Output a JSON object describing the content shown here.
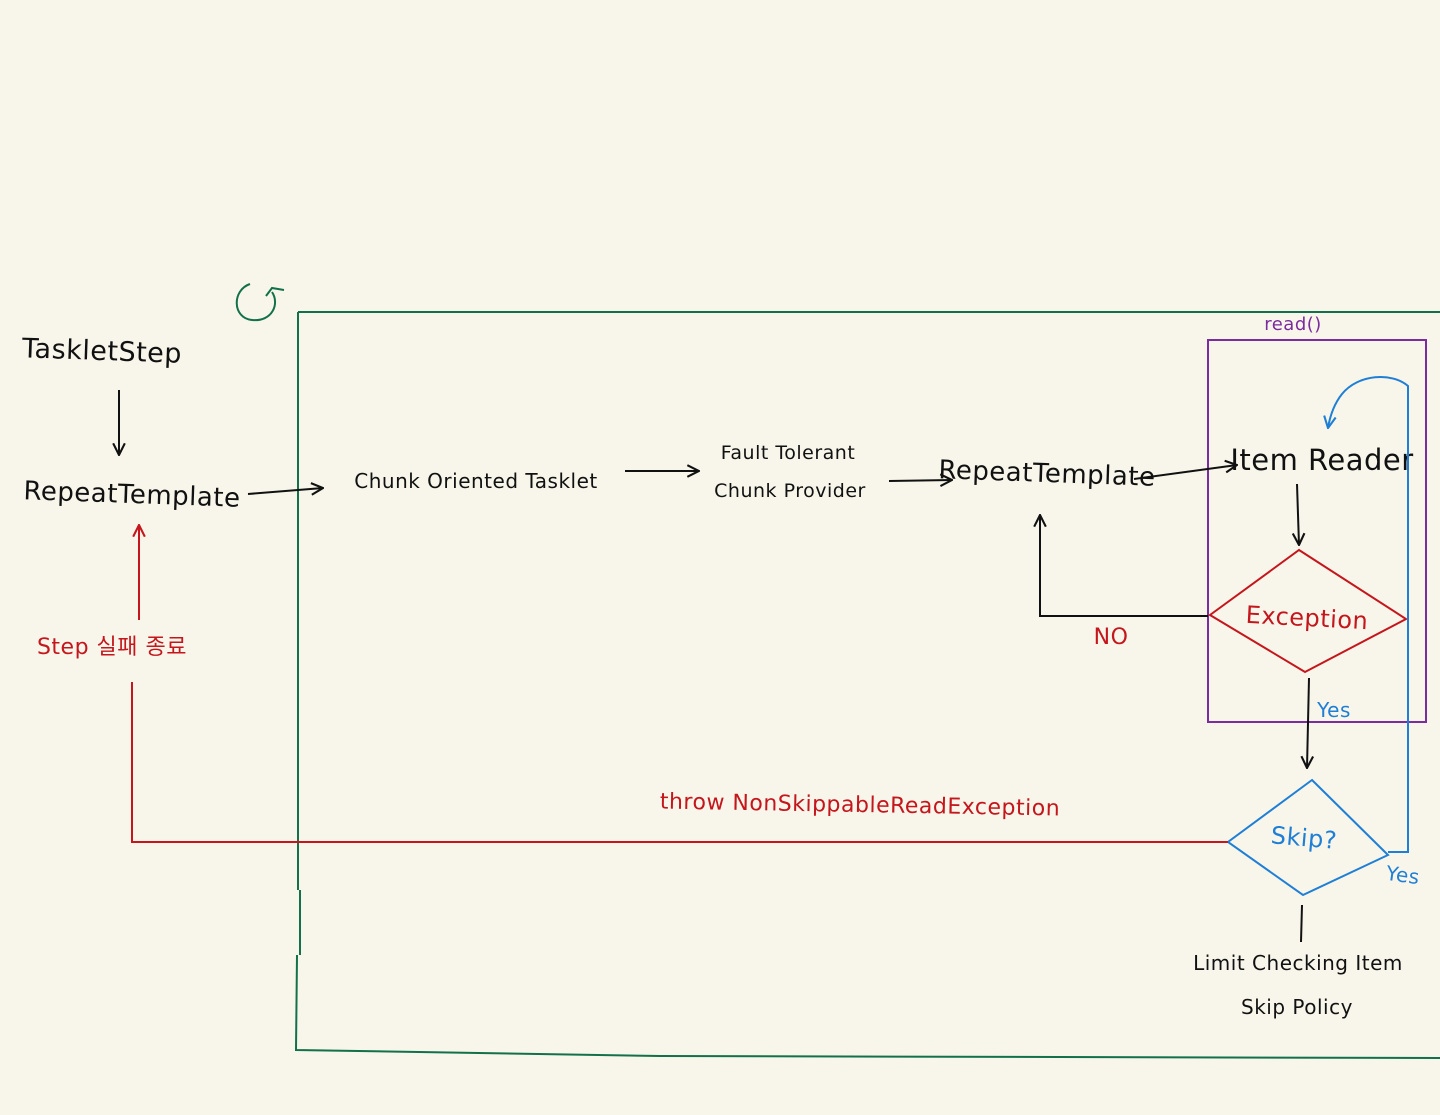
{
  "colors": {
    "ink": "#111111",
    "red": "#c4161c",
    "green": "#12704a",
    "purple": "#7b2c9e",
    "blue": "#1f7fd6",
    "background": "#f8f6ea"
  },
  "icons": {
    "loop": "circular-arrow-icon"
  },
  "nodes": {
    "tasklet_step": "TaskletStep",
    "repeat_template_outer": "RepeatTemplate",
    "chunk_oriented_tasklet": "Chunk Oriented Tasklet",
    "fault_tolerant_line1": "Fault Tolerant",
    "fault_tolerant_line2": "Chunk Provider",
    "repeat_template_inner": "RepeatTemplate",
    "item_reader": "Item Reader",
    "limit_policy_line1": "Limit Checking Item",
    "limit_policy_line2": "Skip Policy"
  },
  "decisions": {
    "exception": "Exception",
    "skip": "Skip?"
  },
  "labels": {
    "read_box": "read()",
    "no": "NO",
    "yes_exception": "Yes",
    "yes_skip": "Yes",
    "throw_message": "throw NonSkippableReadException",
    "step_failure": "Step 실패 종료"
  }
}
